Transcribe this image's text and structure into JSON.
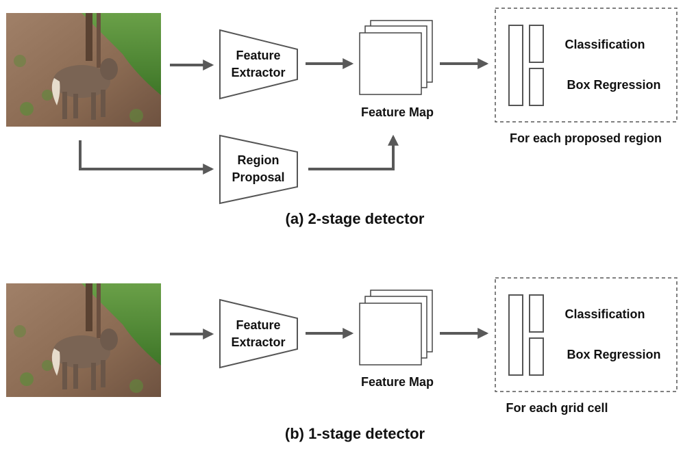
{
  "panel_a": {
    "caption": "(a) 2-stage detector",
    "feature_extractor": [
      "Feature",
      "Extractor"
    ],
    "region_proposal": [
      "Region",
      "Proposal"
    ],
    "feature_map": "Feature Map",
    "head_labels": {
      "classification": "Classification",
      "box_regression": "Box Regression"
    },
    "head_scope": "For each proposed region"
  },
  "panel_b": {
    "caption": "(b) 1-stage detector",
    "feature_extractor": [
      "Feature",
      "Extractor"
    ],
    "feature_map": "Feature Map",
    "head_labels": {
      "classification": "Classification",
      "box_regression": "Box Regression"
    },
    "head_scope": "For each grid cell"
  },
  "colors": {
    "arrow": "#595959",
    "outline": "#555555",
    "text": "#111111",
    "photo_soil": "#8a6a52",
    "photo_foliage": "#4f8a34",
    "photo_animal": "#7a6454"
  }
}
